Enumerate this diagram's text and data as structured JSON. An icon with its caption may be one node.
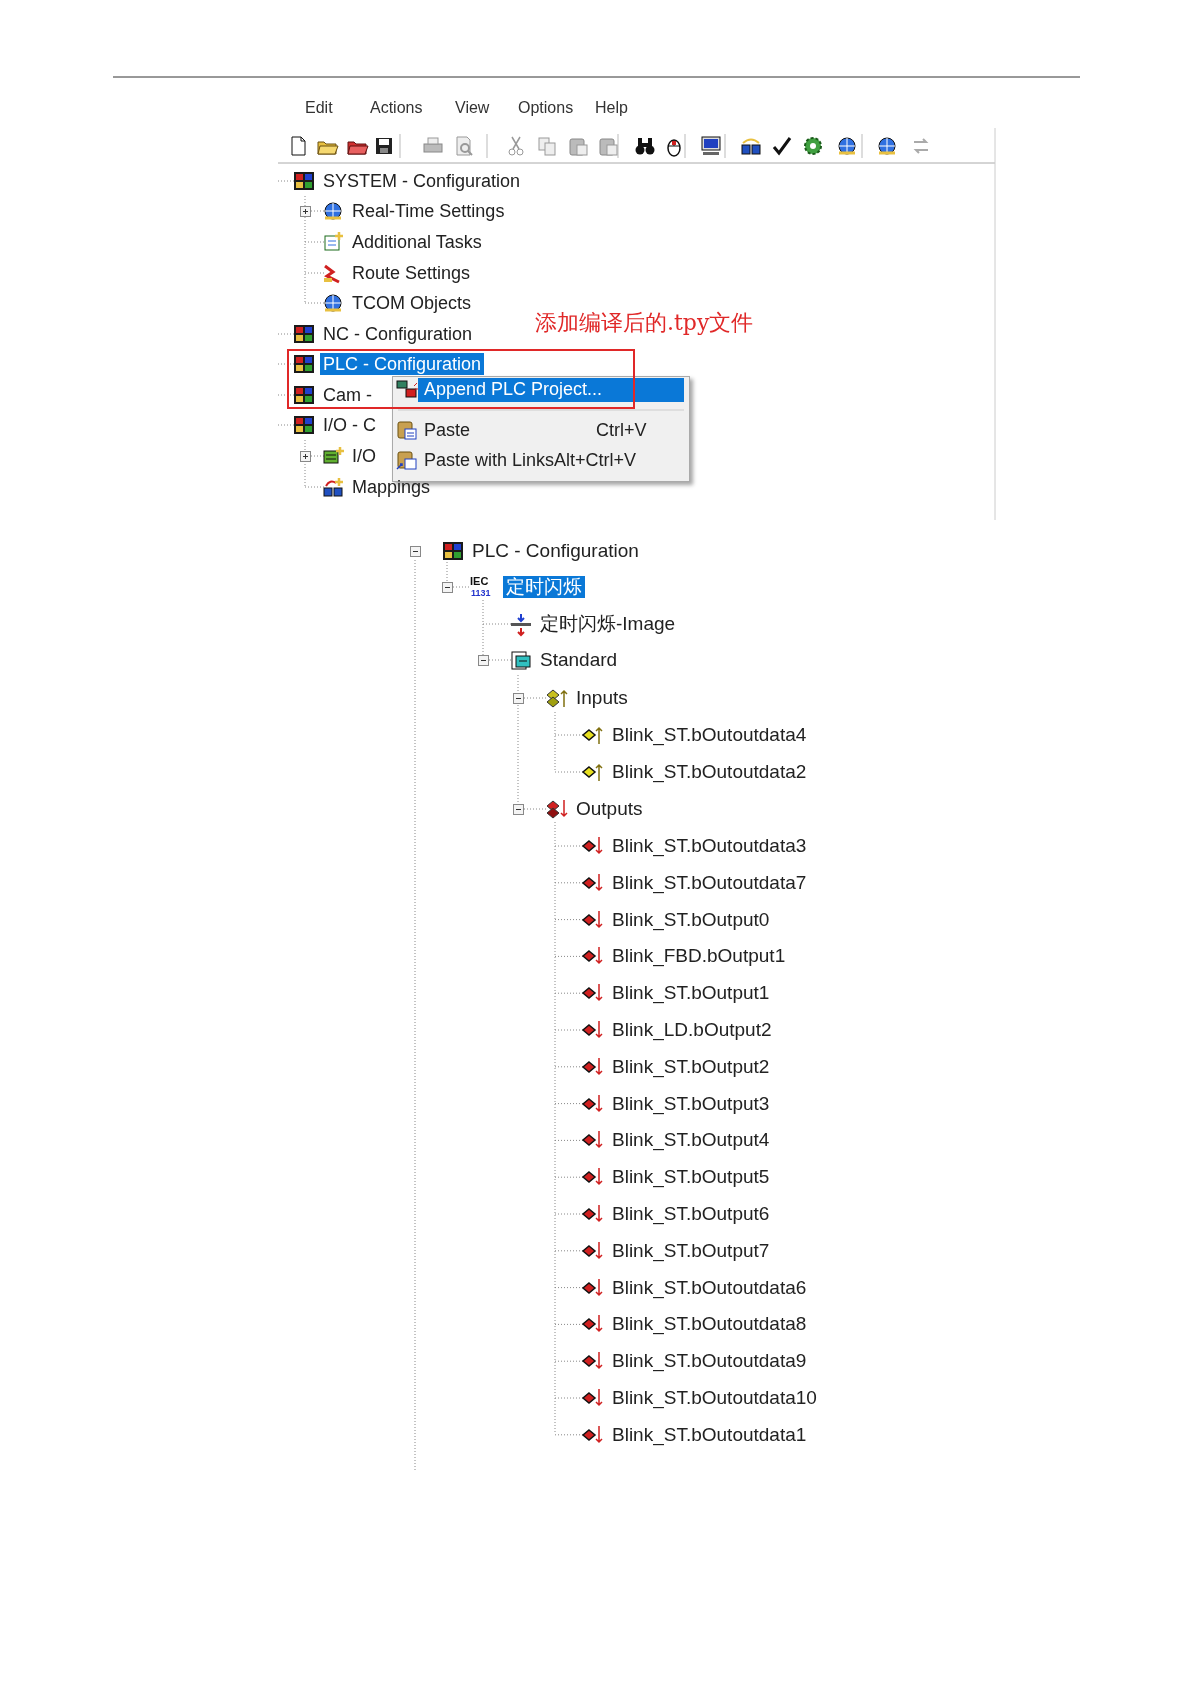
{
  "diagram": {
    "labels": [
      "Edit",
      "Actions",
      "View",
      "Options",
      "Help",
      "SYSTEM - Configuration",
      "Real-Time Settings",
      "Additional Tasks",
      "Route Settings",
      "TCOM Objects",
      "添加编译后的.tpy文件",
      "NC - Configuration",
      "PLC - Configuration",
      "Cam -",
      "Append PLC Project...",
      "I/O - C",
      "Paste",
      "Ctrl+V",
      "I/O",
      "Paste with LinksAlt+Ctrl+V",
      "Mappings",
      "PLC - Configuration",
      "IEC",
      "1131",
      "定时闪烁",
      "定时闪烁-Image",
      "Standard",
      "Inputs",
      "Blink_ST.bOutoutdata4",
      "Blink_ST.bOutoutdata2",
      "Outputs",
      "Blink_ST.bOutoutdata3",
      "Blink_ST.bOutoutdata7",
      "Blink_ST.bOutput0",
      "Blink_FBD.bOutput1",
      "Blink_ST.bOutput1",
      "Blink_LD.bOutput2",
      "Blink_ST.bOutput2",
      "Blink_ST.bOutput3",
      "Blink_ST.bOutput4",
      "Blink_ST.bOutput5",
      "Blink_ST.bOutput6",
      "Blink_ST.bOutput7",
      "Blink_ST.bOutoutdata6",
      "Blink_ST.bOutoutdata8",
      "Blink_ST.bOutoutdata9",
      "Blink_ST.bOutoutdata10",
      "Blink_ST.bOutoutdata1"
    ]
  }
}
